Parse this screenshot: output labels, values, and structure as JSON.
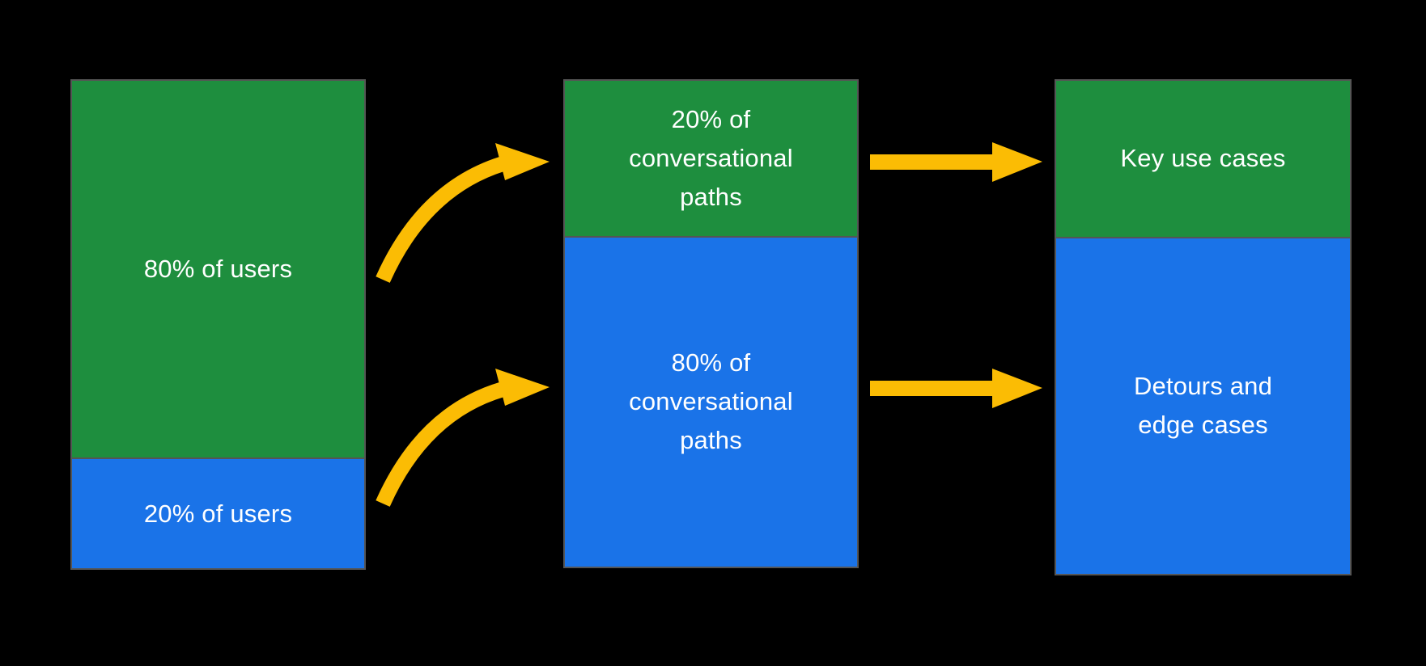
{
  "colors": {
    "background": "#000000",
    "green": "#1e8e3e",
    "blue": "#1a73e8",
    "arrow": "#fbbc04",
    "border": "#555555",
    "text": "#ffffff"
  },
  "diagram": {
    "type": "flow",
    "columns": [
      {
        "name": "users",
        "segments": [
          {
            "label": "80% of users",
            "color": "green",
            "height_pct": 77.3
          },
          {
            "label": "20% of users",
            "color": "blue",
            "height_pct": 22.7
          }
        ]
      },
      {
        "name": "conversational-paths",
        "segments": [
          {
            "label": "20% of\nconversational\npaths",
            "color": "green",
            "height_pct": 31.9
          },
          {
            "label": "80% of\nconversational\npaths",
            "color": "blue",
            "height_pct": 68.1
          }
        ]
      },
      {
        "name": "outcomes",
        "segments": [
          {
            "label": "Key use cases",
            "color": "green",
            "height_pct": 31.6
          },
          {
            "label": "Detours and\nedge cases",
            "color": "blue",
            "height_pct": 68.4
          }
        ]
      }
    ],
    "arrows": [
      {
        "from": "80% of users",
        "to": "20% of conversational paths",
        "style": "curved"
      },
      {
        "from": "20% of users",
        "to": "80% of conversational paths",
        "style": "curved"
      },
      {
        "from": "20% of conversational paths",
        "to": "Key use cases",
        "style": "straight"
      },
      {
        "from": "80% of conversational paths",
        "to": "Detours and edge cases",
        "style": "straight"
      }
    ]
  }
}
